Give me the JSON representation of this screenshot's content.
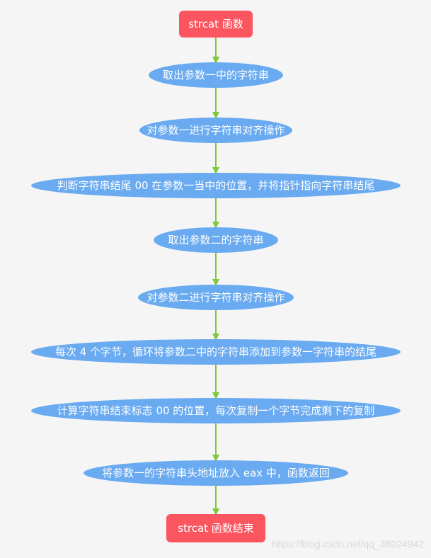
{
  "nodes": [
    {
      "id": "start",
      "shape": "rect",
      "text": "strcat 函数"
    },
    {
      "id": "step-1",
      "shape": "ellipse",
      "text": "取出参数一中的字符串"
    },
    {
      "id": "step-2",
      "shape": "ellipse",
      "text": "对参数一进行字符串对齐操作"
    },
    {
      "id": "step-3",
      "shape": "ellipse",
      "text": "判断字符串结尾 00 在参数一当中的位置，并将指针指向字符串结尾"
    },
    {
      "id": "step-4",
      "shape": "ellipse",
      "text": "取出参数二的字符串"
    },
    {
      "id": "step-5",
      "shape": "ellipse",
      "text": "对参数二进行字符串对齐操作"
    },
    {
      "id": "step-6",
      "shape": "ellipse",
      "text": "每次 4 个字节，循环将参数二中的字符串添加到参数一字符串的结尾"
    },
    {
      "id": "step-7",
      "shape": "ellipse",
      "text": "计算字符串结束标志 00 的位置，每次复制一个字节完成剩下的复制"
    },
    {
      "id": "step-8",
      "shape": "ellipse",
      "text": "将参数一的字符串头地址放入 eax 中，函数返回"
    },
    {
      "id": "end",
      "shape": "rect",
      "text": "strcat 函数结束"
    }
  ],
  "colors": {
    "terminal": "#fb5560",
    "process": "#69aaf0",
    "arrow": "#7ec83a",
    "background": "#f5f5f5"
  },
  "watermark": "https://blog.csdn.net/qq_38924942"
}
